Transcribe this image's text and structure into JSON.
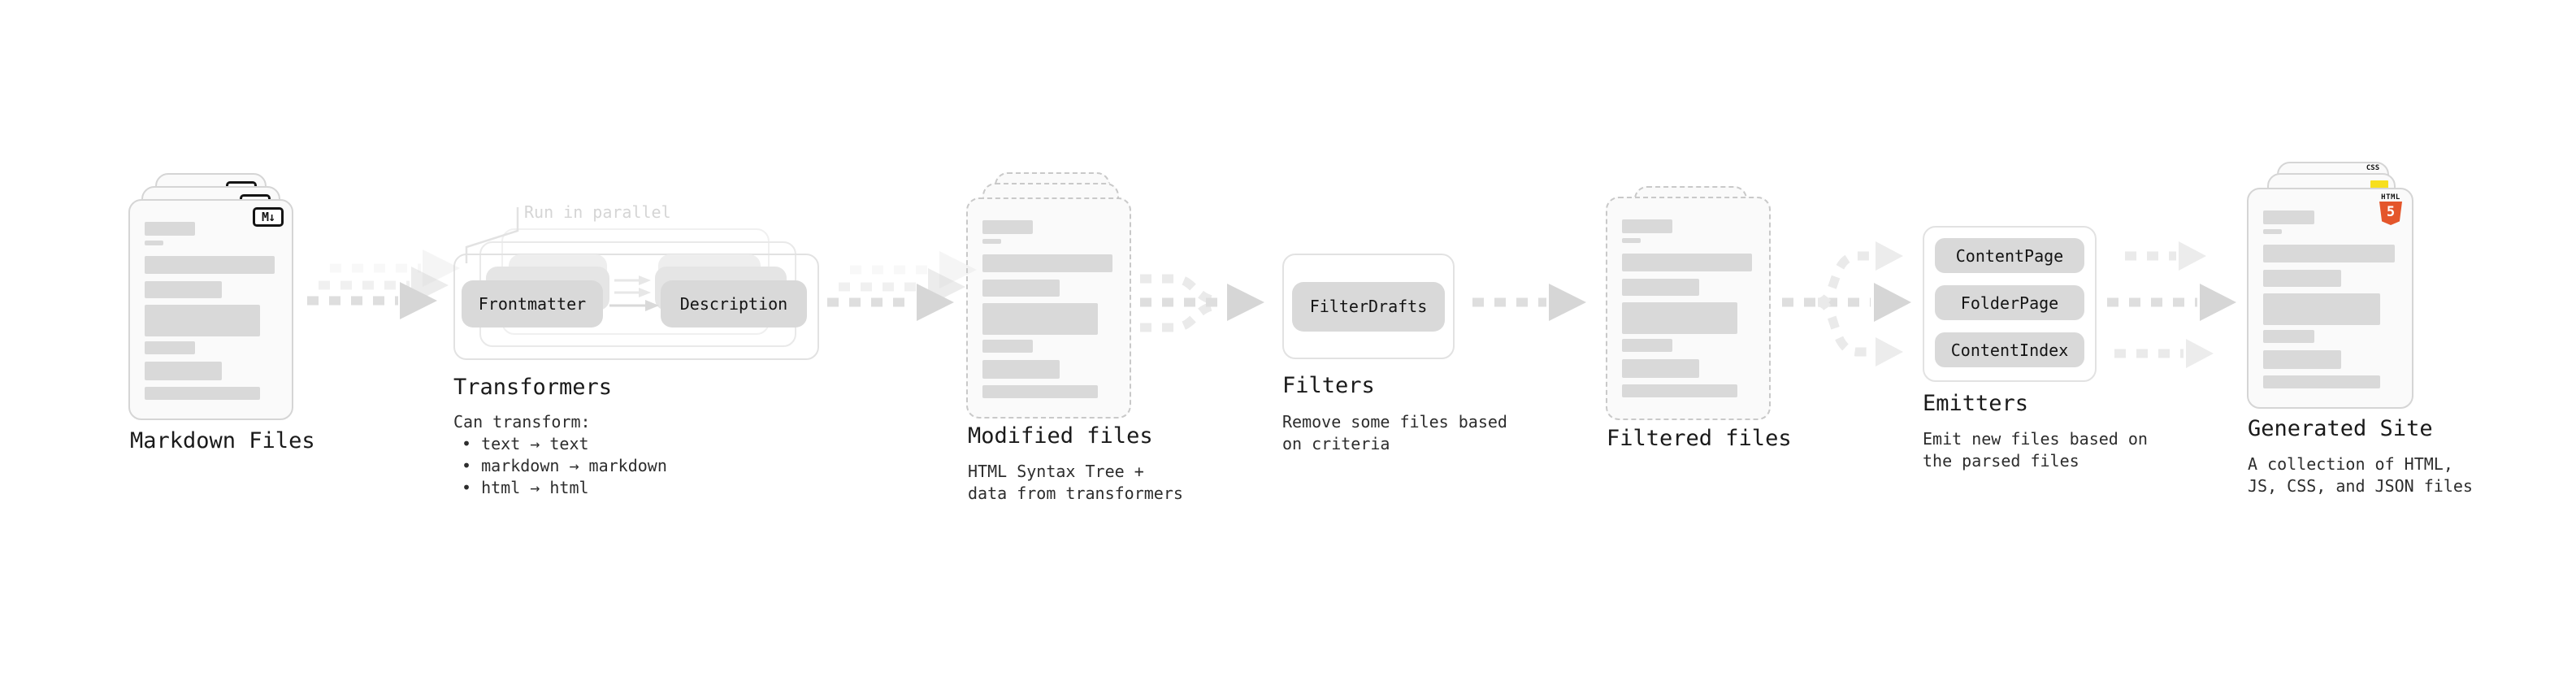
{
  "nodes": {
    "markdown": {
      "label": "Markdown Files",
      "icon_text": "M↓"
    },
    "transformers": {
      "label": "Transformers",
      "annotation": "Run in parallel",
      "pill_left": "Frontmatter",
      "pill_right": "Description",
      "desc": [
        "Can transform:",
        "• text → text",
        "• markdown → markdown",
        "• html → html"
      ]
    },
    "modified": {
      "label": "Modified files",
      "desc": [
        "HTML Syntax Tree +",
        "data from transformers"
      ]
    },
    "filters": {
      "label": "Filters",
      "pill": "FilterDrafts",
      "desc": [
        "Remove some files based",
        "on criteria"
      ]
    },
    "filtered": {
      "label": "Filtered files"
    },
    "emitters": {
      "label": "Emitters",
      "pills": [
        "ContentPage",
        "FolderPage",
        "ContentIndex"
      ],
      "desc": [
        "Emit new files based on",
        "the parsed files"
      ]
    },
    "generated": {
      "label": "Generated Site",
      "desc": [
        "A collection of HTML,",
        "JS, CSS, and JSON files"
      ],
      "badges": {
        "css_label": "CSS",
        "css_color": "#2965f1",
        "js_color": "#f7df1e",
        "html_label": "HTML",
        "html_number": "5",
        "html_color": "#e4562b"
      }
    }
  },
  "colors": {
    "card_bg": "#fafafa",
    "bar": "#d9d9d9",
    "pill": "#d9d9d9",
    "arrow_dash": "#dedede",
    "arrow_head": "#d6d6d6",
    "arrow_light": "#ececec",
    "annotation": "#d5d5d5"
  }
}
